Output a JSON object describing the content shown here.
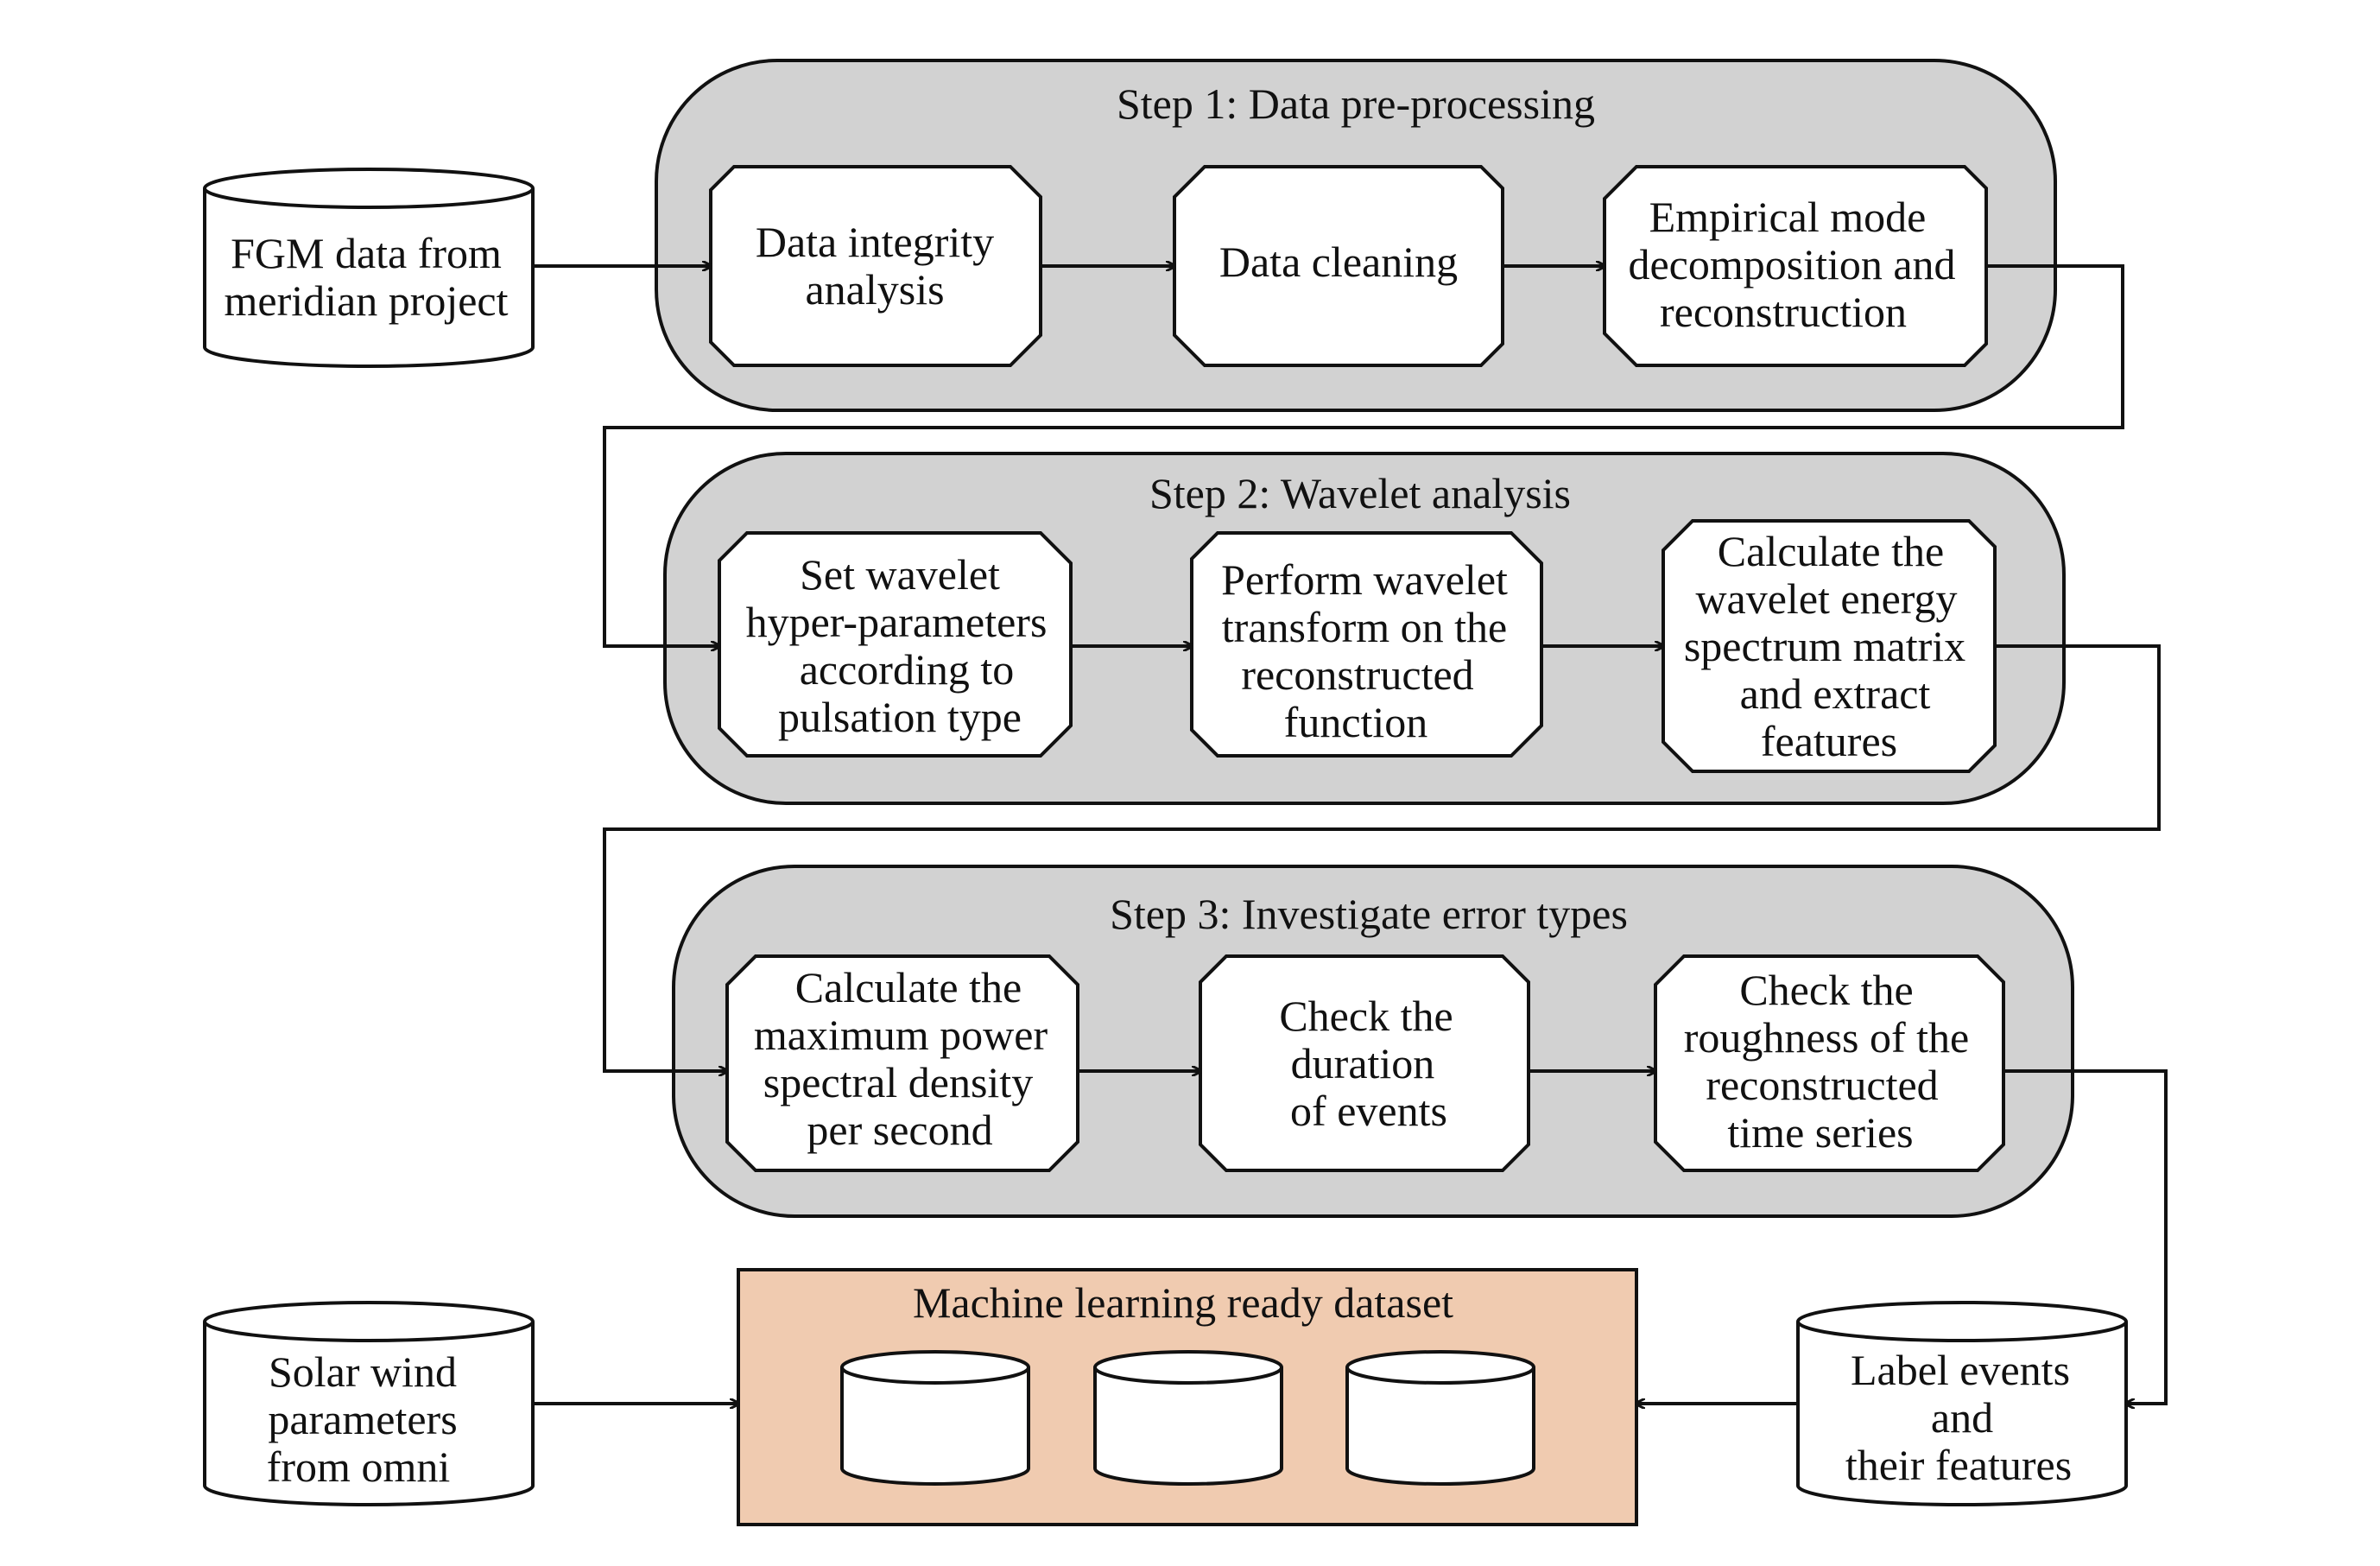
{
  "sources": {
    "fgm": [
      "FGM data from",
      "meridian project"
    ],
    "solar_wind": [
      "Solar wind",
      "parameters",
      "from omni"
    ]
  },
  "steps": [
    {
      "title": "Step 1: Data pre-processing",
      "boxes": [
        [
          "Data integrity",
          "analysis"
        ],
        [
          "Data cleaning"
        ],
        [
          "Empirical mode",
          "decomposition and",
          "reconstruction"
        ]
      ]
    },
    {
      "title": "Step 2: Wavelet analysis",
      "boxes": [
        [
          "Set wavelet",
          "hyper-parameters",
          "according to",
          "pulsation type"
        ],
        [
          "Perform wavelet",
          "transform on the",
          "reconstructed",
          "function"
        ],
        [
          "Calculate the",
          "wavelet energy",
          "spectrum matrix",
          "and extract",
          "features"
        ]
      ]
    },
    {
      "title": "Step 3: Investigate error types",
      "boxes": [
        [
          "Calculate the",
          "maximum power",
          "spectral density",
          "per second"
        ],
        [
          "Check the",
          "duration",
          "of events"
        ],
        [
          "Check the",
          "roughness of the",
          "reconstructed",
          "time series"
        ]
      ]
    }
  ],
  "dataset": {
    "title": "Machine learning ready dataset"
  },
  "labels": [
    "Label events",
    "and",
    "their features"
  ],
  "colors": {
    "step_fill": "#d2d2d2",
    "box_fill": "#ffffff",
    "dataset_fill": "#f0cbb0",
    "stroke": "#111111"
  }
}
